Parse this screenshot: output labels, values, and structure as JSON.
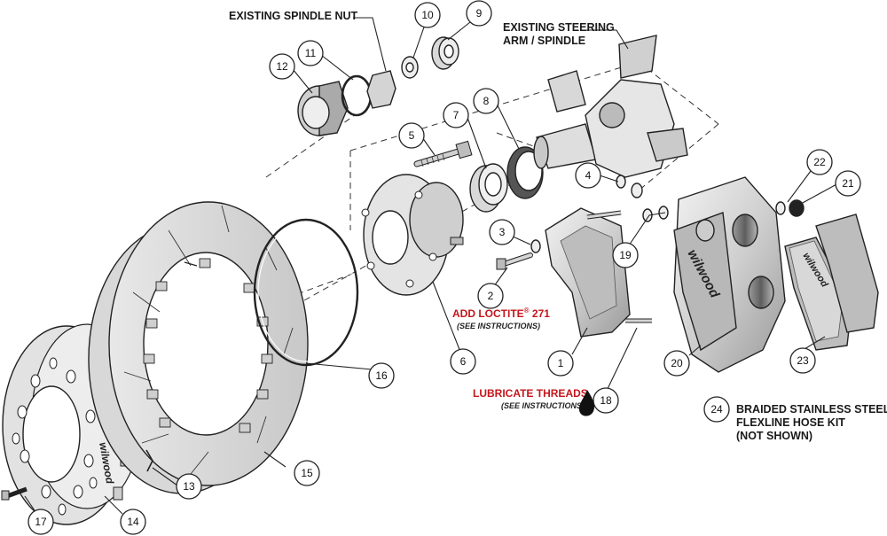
{
  "labels": {
    "spindle_nut": "EXISTING SPINDLE NUT",
    "steering_line1": "EXISTING STEERING",
    "steering_line2": "ARM / SPINDLE",
    "loctite_main": "ADD LOCTITE",
    "loctite_reg": "®",
    "loctite_num": " 271",
    "loctite_sub": "(SEE INSTRUCTIONS)",
    "lube_main": "LUBRICATE THREADS",
    "lube_sub": "(SEE INSTRUCTIONS)",
    "hose_line1": "BRAIDED STAINLESS STEEL",
    "hose_line2": "FLEXLINE HOSE KIT",
    "hose_line3": "(NOT SHOWN)",
    "brand_text": "wilwood"
  },
  "callouts": [
    "1",
    "2",
    "3",
    "4",
    "5",
    "6",
    "7",
    "8",
    "9",
    "10",
    "11",
    "12",
    "13",
    "14",
    "15",
    "16",
    "17",
    "18",
    "19",
    "20",
    "21",
    "22",
    "23",
    "24"
  ],
  "colors": {
    "accent_red": "#c4161c",
    "line": "#222222",
    "part_fill": "#d9d9d9",
    "part_dark": "#8c8c8c"
  }
}
